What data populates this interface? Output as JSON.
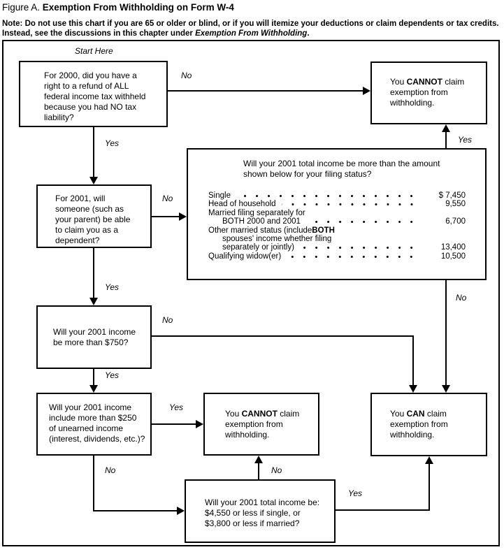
{
  "title": {
    "prefix": "Figure A. ",
    "main": "Exemption From Withholding on Form W-4"
  },
  "note": {
    "line1": "Note: Do not use this chart if you are 65 or older or blind, or if you will itemize your deductions or claim dependents or tax credits.",
    "line2_pre": "Instead, see the discussions in this chapter under ",
    "line2_italic": "Exemption From Withholding",
    "line2_end": "."
  },
  "flowchart": {
    "start_label": "Start Here",
    "q_refund_2000": "For 2000, did you have a\nright to a refund of ALL\nfederal income tax withheld\nbecause you had NO tax\nliability?",
    "q_dependent": "For 2001, will\nsomeone (such as\nyour parent) be able\nto claim you as a\ndependent?",
    "q_income_750": "Will your 2001 income\nbe more than $750?",
    "q_unearned": "Will your 2001 income\ninclude more than $250\nof unearned income\n(interest, dividends, etc.)?",
    "q_total_income": "Will your 2001 total income be:\n$4,550 or less if single, or\n$3,800 or less if married?",
    "cannot_top": {
      "pre": "You ",
      "bold": "CANNOT",
      "post": " claim",
      "rest": "exemption from\nwithholding."
    },
    "cannot_mid": {
      "pre": "You ",
      "bold": "CANNOT",
      "post": " claim",
      "rest": "exemption from\nwithholding."
    },
    "can_box": {
      "pre": "You ",
      "bold": "CAN",
      "post": " claim",
      "rest": "exemption from\nwithholding."
    },
    "big_box": {
      "heading": "Will your 2001 total income be more than the amount\nshown below for your filing status?",
      "rows": [
        {
          "label": "Single",
          "amount": "$ 7,450"
        },
        {
          "label": "Head of household",
          "amount": "9,550"
        },
        {
          "label": "Married filing separately for",
          "amount": ""
        },
        {
          "label": "BOTH 2000 and 2001",
          "amount": "6,700"
        },
        {
          "label_pre": "Other married status (include ",
          "label_bold": "BOTH",
          "amount": ""
        },
        {
          "label": "spouses' income whether filing",
          "amount": ""
        },
        {
          "label": "separately or jointly)",
          "amount": "13,400"
        },
        {
          "label": "Qualifying widow(er)",
          "amount": "10,500"
        }
      ]
    },
    "labels": {
      "refund_no": "No",
      "refund_yes": "Yes",
      "dependent_no": "No",
      "dependent_yes": "Yes",
      "big_yes": "Yes",
      "big_no": "No",
      "income750_no": "No",
      "income750_yes": "Yes",
      "unearned_yes": "Yes",
      "unearned_no": "No",
      "total_no": "No",
      "total_yes": "Yes"
    }
  }
}
